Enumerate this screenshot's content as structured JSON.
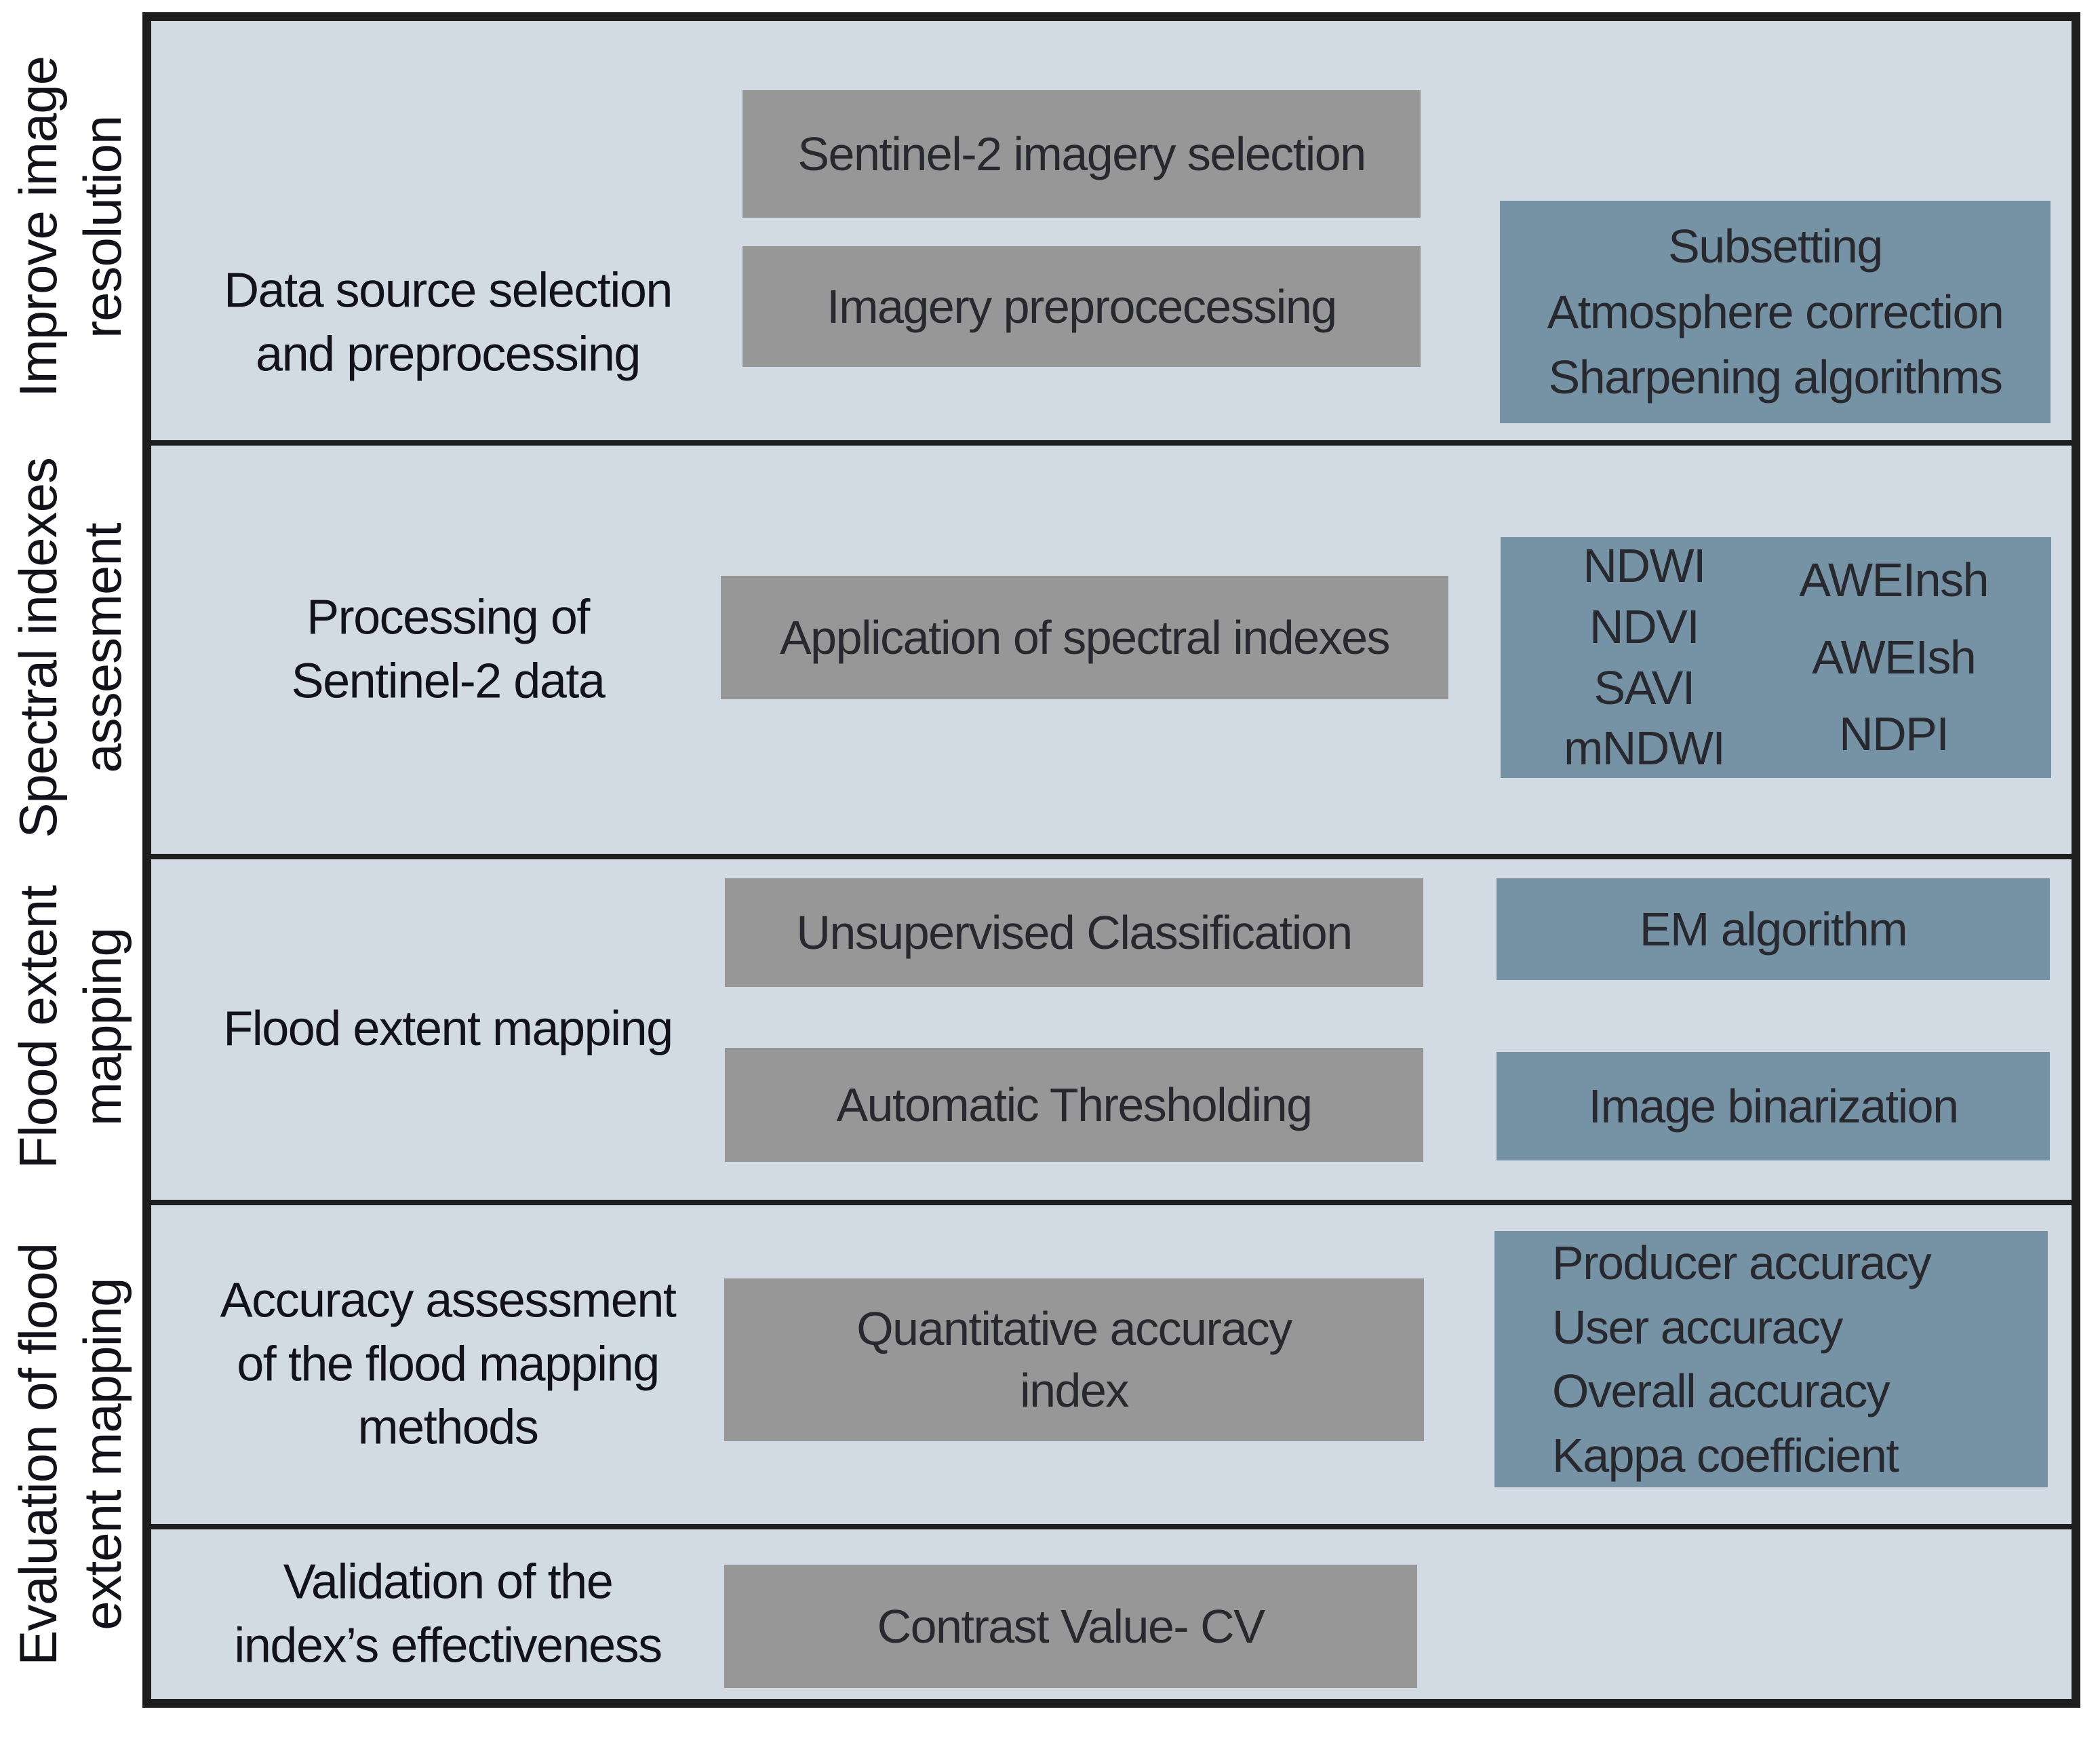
{
  "palette": {
    "panel_bg": "#d2dae4",
    "gray_box": "#979797",
    "teal_box": "#7692a5",
    "line_color": "#1e1e1e",
    "side_text": "#12121a",
    "box_text": "#28282f"
  },
  "diagram": {
    "side_labels": [
      {
        "line1": "Improve image",
        "line2": "resolution"
      },
      {
        "line1": "Spectral indexes",
        "line2": "assesment"
      },
      {
        "line1": "Flood extent",
        "line2": "mapping"
      },
      {
        "line1": "Evaluation of flood",
        "line2": "extent mapping"
      }
    ],
    "rows": [
      {
        "stage": {
          "line1": "Data source selection",
          "line2": "and preprocessing"
        },
        "box1": "Sentinel-2 imagery selection",
        "box2": "Imagery preprocecessing",
        "detail": {
          "line1": "Subsetting",
          "line2": "Atmosphere correction",
          "line3": "Sharpening algorithms"
        }
      },
      {
        "stage": {
          "line1": "Processing of",
          "line2": "Sentinel-2 data"
        },
        "box1": "Application of spectral indexes",
        "detail_col1": {
          "line1": "NDWI",
          "line2": "NDVI",
          "line3": "SAVI",
          "line4": "mNDWI"
        },
        "detail_col2": {
          "line1": "AWEInsh",
          "line2": "AWEIsh",
          "line3": "NDPI"
        }
      },
      {
        "stage": {
          "line1": "Flood extent mapping"
        },
        "box1": "Unsupervised Classification",
        "box2": "Automatic Thresholding",
        "detail1": "EM algorithm",
        "detail2": "Image binarization"
      },
      {
        "stage": {
          "line1": "Accuracy assessment",
          "line2": "of the flood mapping",
          "line3": "methods"
        },
        "box1": {
          "line1": "Quantitative accuracy",
          "line2": "index"
        },
        "detail": {
          "line1": "Producer accuracy",
          "line2": "User accuracy",
          "line3": "Overall accuracy",
          "line4": "Kappa coefficient"
        }
      },
      {
        "stage": {
          "line1": "Validation of the",
          "line2": "index’s effectiveness"
        },
        "box1": "Contrast Value- CV"
      }
    ]
  }
}
